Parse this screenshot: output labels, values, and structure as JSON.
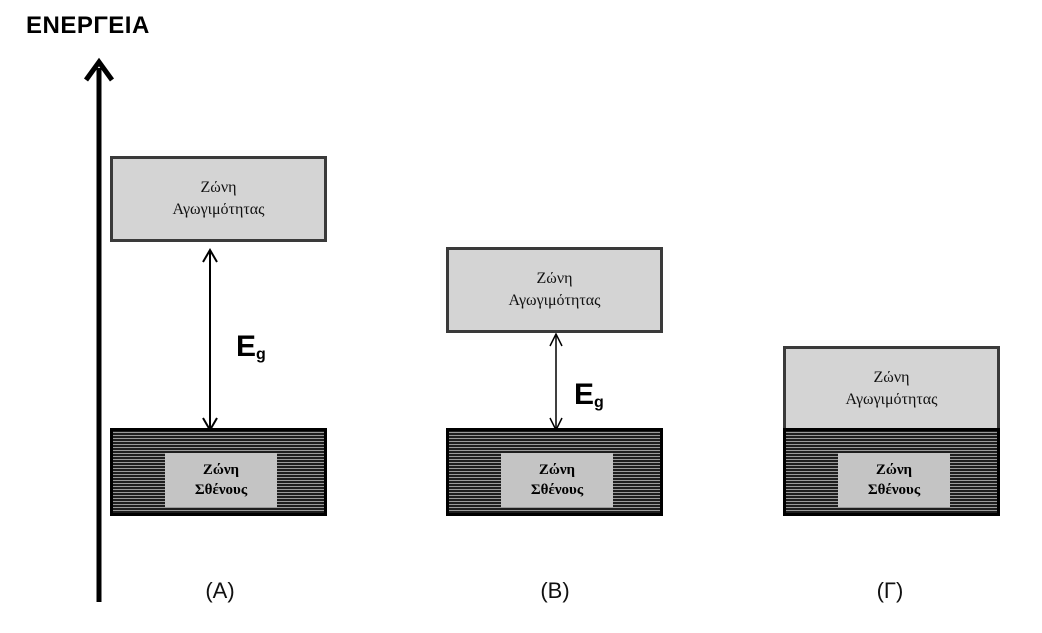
{
  "axis": {
    "label": "ΕΝΕΡΓΕΙΑ"
  },
  "conduction_band": {
    "line1": "Ζώνη",
    "line2": "Αγωγιμότητας"
  },
  "valence_band": {
    "line1": "Ζώνη",
    "line2": "Σθένους"
  },
  "gap_label": {
    "main": "E",
    "sub": "g"
  },
  "panels": [
    {
      "label": "(Α)"
    },
    {
      "label": "(Β)"
    },
    {
      "label": "(Γ)"
    }
  ]
}
